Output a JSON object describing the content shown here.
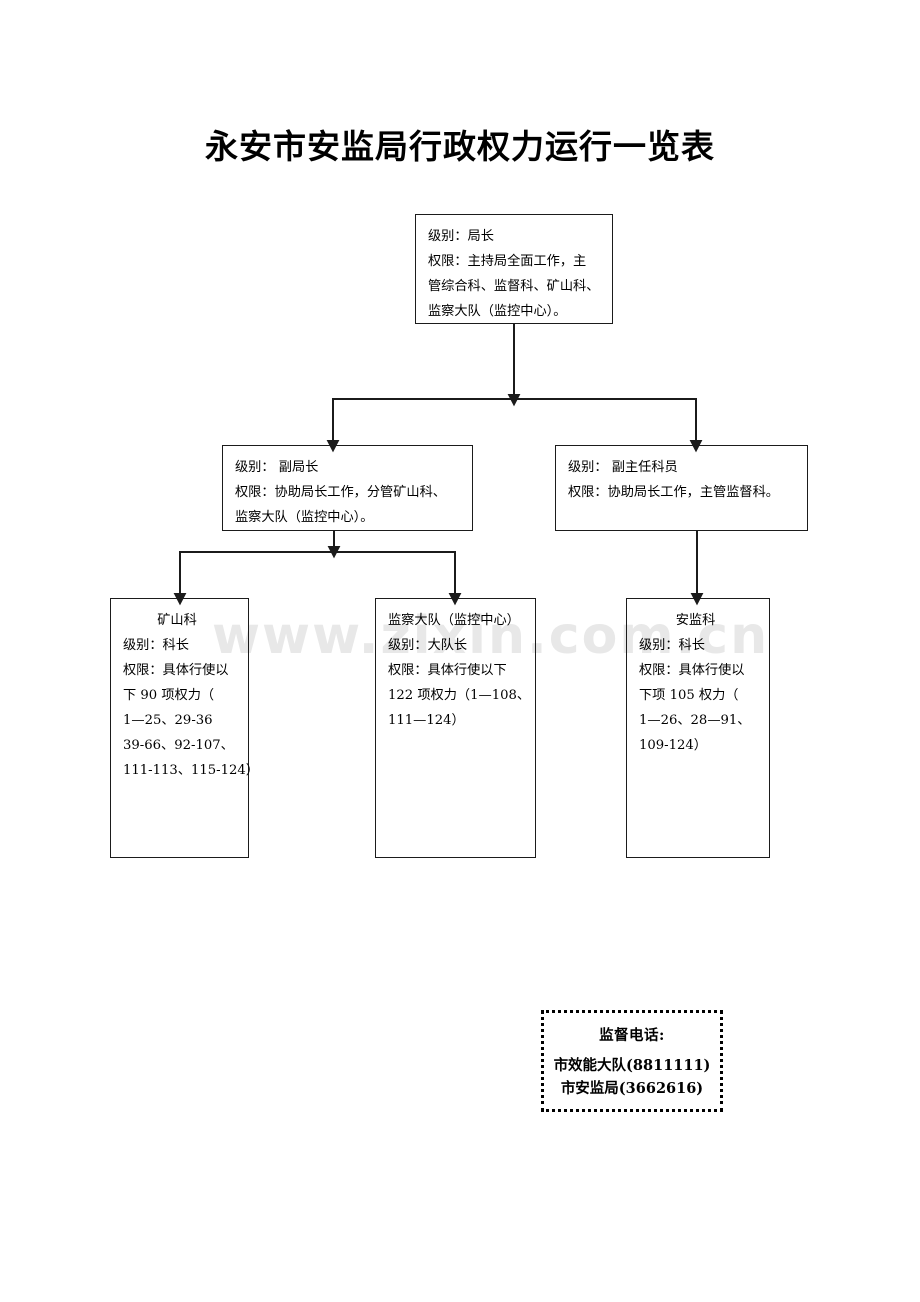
{
  "page": {
    "title": "永安市安监局行政权力运行一览表",
    "watermark": "www.zixin.com.cn"
  },
  "nodes": {
    "director": {
      "name": "局长",
      "lines": [
        "级别：局长",
        "权限：主持局全面工作，主",
        "管综合科、监督科、矿山科、",
        "监察大队（监控中心）。"
      ]
    },
    "deputy_director": {
      "name": "副局长",
      "lines": [
        "级别： 副局长",
        "权限：协助局长工作，分管矿山科、",
        "监察大队（监控中心）。"
      ]
    },
    "deputy_clerk": {
      "name": "副主任科员",
      "lines": [
        "级别： 副主任科员",
        "权限：协助局长工作，主管监督科。"
      ]
    },
    "mine_section": {
      "heading": "矿山科",
      "lines": [
        "级别：科长",
        "权限：具体行使以",
        "下 90 项权力（",
        "1—25、29-36",
        "39-66、92-107、",
        "111-113、115-124）"
      ]
    },
    "supervision_team": {
      "heading": "监察大队（监控中心）",
      "lines": [
        "级别：大队长",
        "权限：具体行使以下",
        "122 项权力（1—108、",
        "111—124）"
      ]
    },
    "safety_section": {
      "heading": "安监科",
      "lines": [
        "级别：科长",
        "权限：具体行使以",
        "下项 105 权力（",
        "1—26、28—91、",
        "109-124）"
      ]
    }
  },
  "hotline": {
    "title": "监督电话:",
    "line1": "市效能大队(8811111)",
    "line2": "市安监局(3662616)"
  },
  "colors": {
    "line": "#1b1b1b",
    "text": "#000000",
    "watermark": "#e8e8e8",
    "background": "#ffffff"
  }
}
